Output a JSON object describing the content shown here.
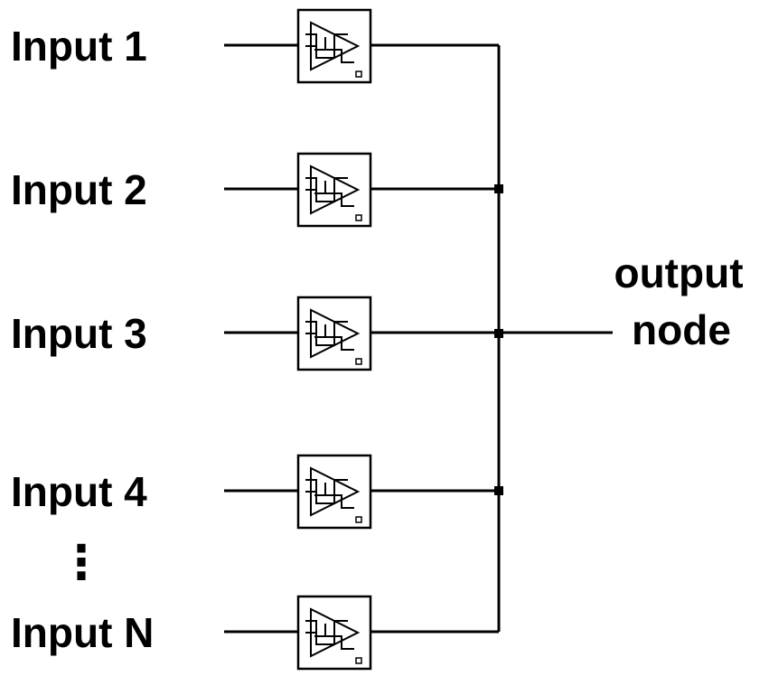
{
  "diagram": {
    "inputs": [
      {
        "label": "Input 1"
      },
      {
        "label": "Input 2"
      },
      {
        "label": "Input 3"
      },
      {
        "label": "Input 4"
      },
      {
        "label": "Input N"
      }
    ],
    "ellipsis": "⋮",
    "output": {
      "line1": "output",
      "line2": "node"
    },
    "icon": "buffer-cell-icon"
  }
}
